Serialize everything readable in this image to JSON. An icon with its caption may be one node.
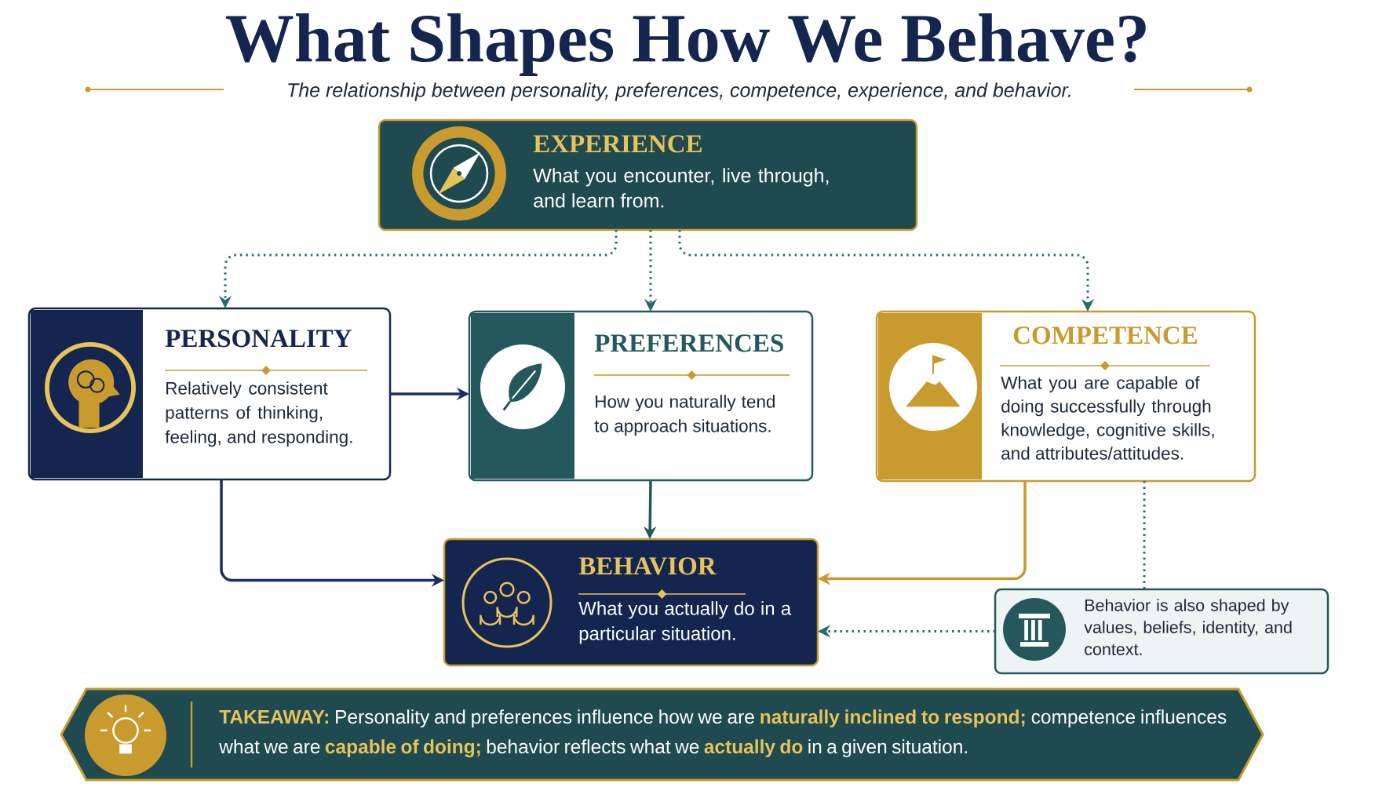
{
  "diagram": {
    "title": "What Shapes How We Behave?",
    "nodes": [
      {
        "text": [
          "EXPERIENCE",
          "What you encounter, live through, and learn from."
        ]
      },
      {
        "text": [
          "PERSONALITY",
          "Relatively consistent patterns of thinking, feeling, and responding."
        ]
      },
      {
        "text": [
          "PREFERENCES",
          "How you naturally tend to approach situations."
        ]
      },
      {
        "text": [
          "COMPETENCE",
          "What you are capable of doing successfully through knowledge, cognitive skills, and attributes/attitudes."
        ]
      },
      {
        "text": [
          "BEHAVIOR",
          "What you actually do in a particular situation."
        ]
      },
      {
        "text": [
          "Behavior is also shaped by values, beliefs, identity, and context."
        ]
      },
      {
        "text": [
          "**TAKEAWAY:** Personality and preferences influence how we are **naturally inclined to respond;** competence influences what we are **capable of doing;** behavior reflects what we **actually do** in a given situation."
        ]
      }
    ],
    "edges": [
      {
        "from": 0,
        "to": 1,
        "arrow": "to",
        "style": "dashed",
        "color": "#2a6a6e"
      },
      {
        "from": 0,
        "to": 2,
        "arrow": "to",
        "style": "dashed",
        "color": "#2a6a6e"
      },
      {
        "from": 0,
        "to": 3,
        "arrow": "to",
        "style": "dashed",
        "color": "#2a6a6e"
      },
      {
        "from": 1,
        "to": 2,
        "arrow": "to",
        "color": "#1b2f63"
      },
      {
        "from": 1,
        "to": 4,
        "arrow": "to",
        "color": "#1b2f63"
      },
      {
        "from": 2,
        "to": 4,
        "arrow": "to",
        "color": "#24585c"
      },
      {
        "from": 3,
        "to": 4,
        "arrow": "to",
        "color": "#c9982e"
      },
      {
        "from": 3,
        "to": 5,
        "arrow": "none",
        "style": "dashed",
        "color": "#2a6a6e"
      },
      {
        "from": 5,
        "to": 4,
        "arrow": "to",
        "style": "dashed",
        "color": "#2a6a6e"
      }
    ],
    "labels": [
      "The relationship between personality, preferences, competence, experience, and behavior."
    ]
  }
}
